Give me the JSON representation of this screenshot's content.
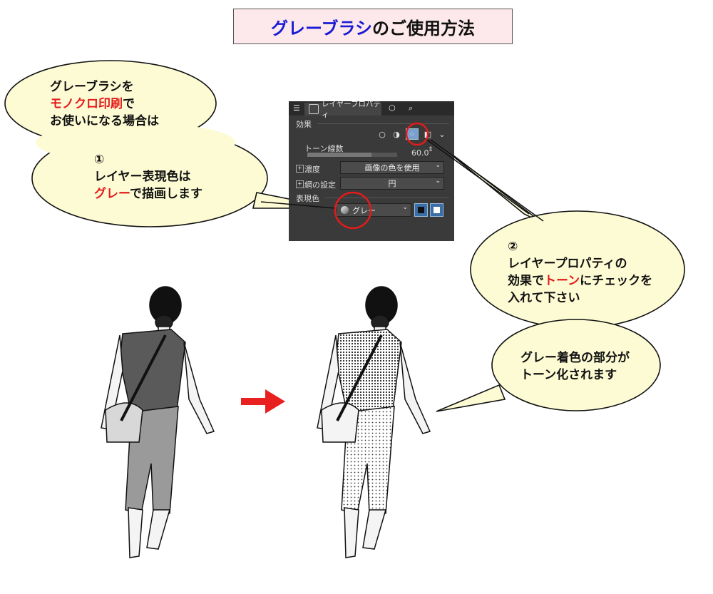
{
  "title": {
    "part1": "グレーブラシ",
    "part2": "のご使用方法"
  },
  "bubble_top_left": {
    "line1": "グレーブラシを",
    "line2_red": "モノクロ印刷",
    "line2_rest": "で",
    "line3": "お使いになる場合は",
    "step": "①",
    "line4": "レイヤー表現色は",
    "line5_red": "グレー",
    "line5_rest": "で描画します"
  },
  "bubble_right": {
    "step": "②",
    "line1": "レイヤープロパティの",
    "line2_pre": "効果で",
    "line2_red": "トーン",
    "line2_post": "にチェックを",
    "line3": "入れて下さい"
  },
  "bubble_bottom_right": {
    "line1": "グレー着色の部分が",
    "line2": "トーン化されます"
  },
  "panel": {
    "tab_label": "レイヤープロパティ",
    "effect_label": "効果",
    "tone_lines_label": "トーン線数",
    "tone_lines_value": "60.0",
    "density_label": "濃度",
    "density_value": "画像の色を使用",
    "mesh_label": "網の設定",
    "mesh_value": "円",
    "expression_color_label": "表現色",
    "expression_color_value": "グレー"
  },
  "colors": {
    "accent_red": "#e31b1b",
    "title_blue": "#1a1ad4",
    "bubble_fill": "#fdfbd4",
    "title_bg": "#fde9ec",
    "panel_bg": "#3a3a3a"
  },
  "icons": [
    "arrow-right-icon",
    "figure-before",
    "figure-after"
  ]
}
